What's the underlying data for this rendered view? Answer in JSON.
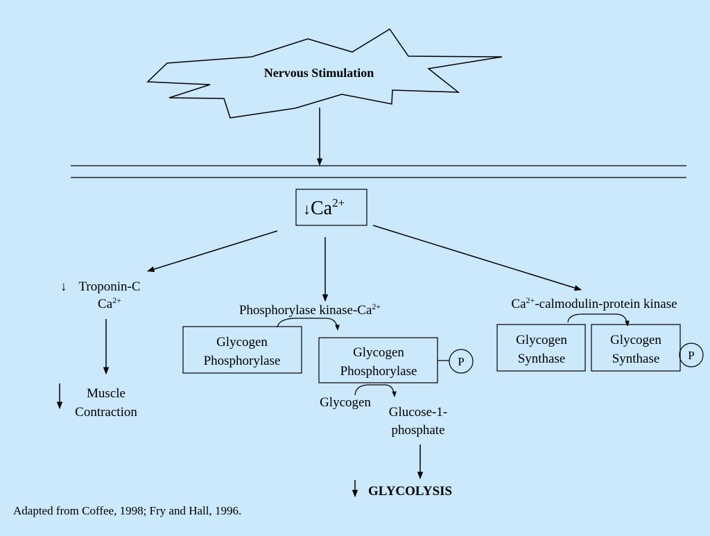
{
  "colors": {
    "background": "#cce8fb",
    "ink": "#000000"
  },
  "stimulus": {
    "label": "Nervous Stimulation"
  },
  "calcium": {
    "arrow": "↓",
    "base": "Ca",
    "charge": "2+"
  },
  "troponin": {
    "arrow": "↓",
    "line1": "Troponin-C",
    "line2_base": "Ca",
    "line2_charge": "2+"
  },
  "muscle": {
    "arrow": "↓",
    "line1": "Muscle",
    "line2": "Contraction"
  },
  "kinase_center": {
    "base": "Phosphorylase kinase-Ca",
    "charge": "2+"
  },
  "kinase_right": {
    "base": "Ca",
    "charge": "2+",
    "rest": "-calmodulin-protein kinase"
  },
  "glycogen_phosphorylase_a": {
    "line1": "Glycogen",
    "line2": "Phosphorylase"
  },
  "glycogen_phosphorylase_b": {
    "line1": "Glycogen",
    "line2": "Phosphorylase"
  },
  "phosphate_center": "P",
  "glycogen_label": "Glycogen",
  "g1p": {
    "line1": "Glucose-1-",
    "line2": "phosphate"
  },
  "glycolysis": {
    "arrow": "↓",
    "label": "GLYCOLYSIS"
  },
  "glycogen_synthase_a": {
    "line1": "Glycogen",
    "line2": "Synthase"
  },
  "glycogen_synthase_b": {
    "line1": "Glycogen",
    "line2": "Synthase"
  },
  "phosphate_right": "P",
  "citation": "Adapted from Coffee, 1998; Fry and Hall, 1996."
}
